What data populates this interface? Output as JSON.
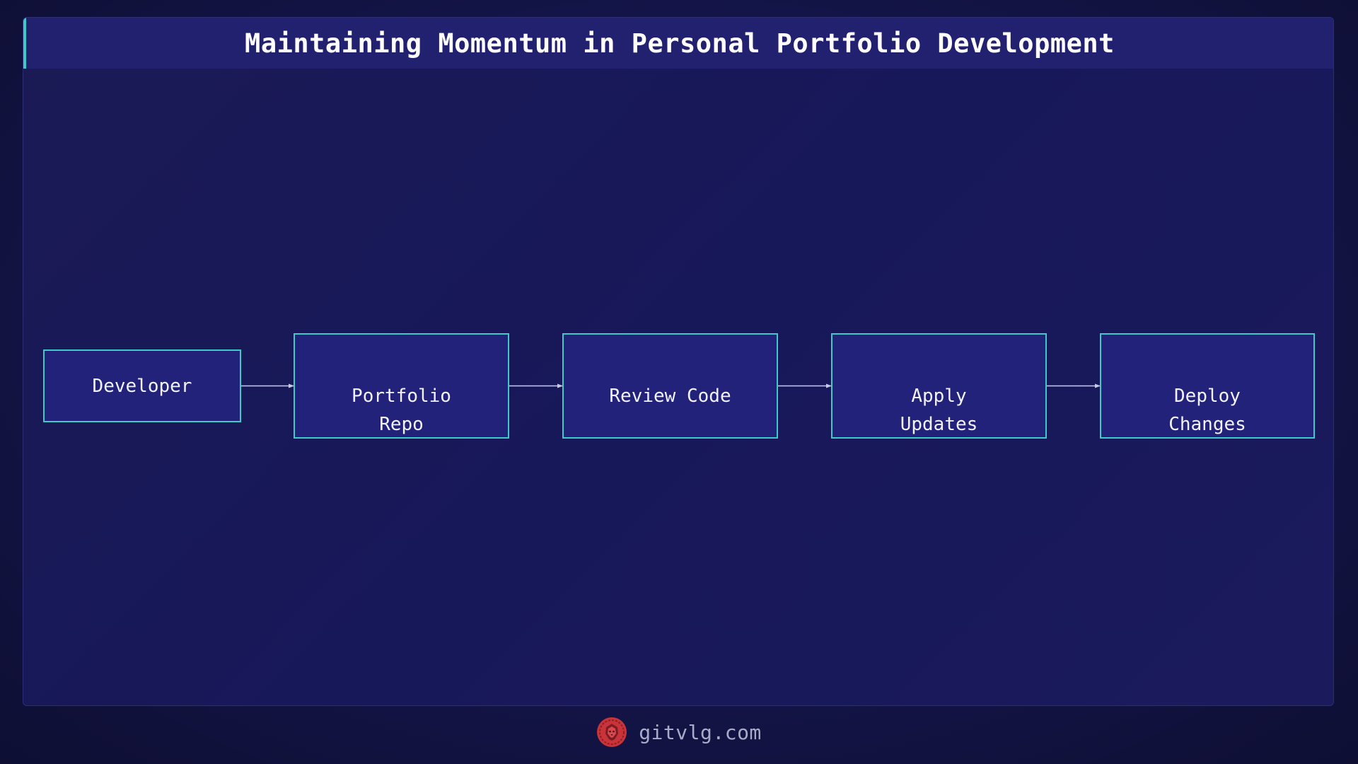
{
  "title": "Maintaining Momentum in Personal Portfolio Development",
  "nodes": [
    {
      "id": "developer",
      "label": "Developer"
    },
    {
      "id": "portfolio-repo",
      "label": "Portfolio\nRepo"
    },
    {
      "id": "review-code",
      "label": "Review Code"
    },
    {
      "id": "apply-updates",
      "label": "Apply\nUpdates"
    },
    {
      "id": "deploy-changes",
      "label": "Deploy\nChanges"
    }
  ],
  "edges": [
    {
      "from": "developer",
      "to": "portfolio-repo"
    },
    {
      "from": "portfolio-repo",
      "to": "review-code"
    },
    {
      "from": "review-code",
      "to": "apply-updates"
    },
    {
      "from": "apply-updates",
      "to": "deploy-changes"
    }
  ],
  "footer": {
    "text": "gitvlg.com",
    "logo_icon": "lion-head-icon"
  },
  "colors": {
    "background": "#131446",
    "header": "#22216f",
    "accent": "#3fc9c9",
    "node_fill": "#23227a",
    "arrow": "#c9cbe6",
    "logo": "#d23a3a"
  }
}
